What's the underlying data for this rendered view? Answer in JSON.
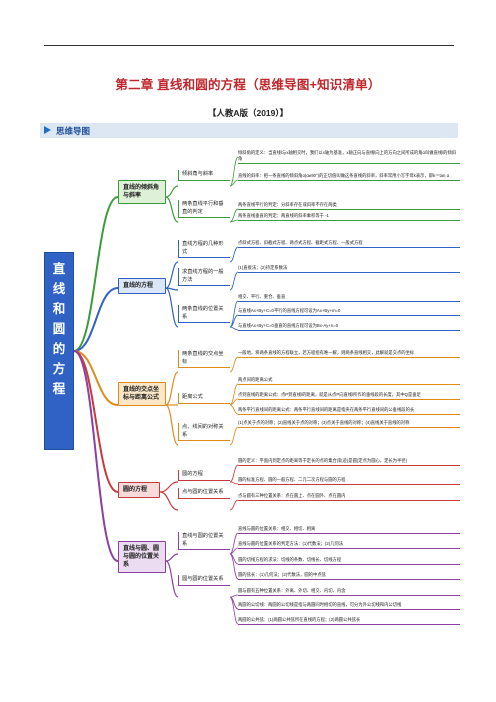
{
  "header": {
    "title": "第二章  直线和圆的方程（思维导图+知识清单）",
    "subtitle": "【人教A版（2019）】",
    "section_banner": "思维导图"
  },
  "mindmap": {
    "root": [
      "直",
      "线",
      "和",
      "圆",
      "的",
      "方",
      "程"
    ],
    "colors": {
      "green": "#3b9b3b",
      "blue": "#2f62c4",
      "orange": "#e08a1e",
      "red": "#c83a3a",
      "purple": "#8d3fa3"
    },
    "branches": [
      {
        "label": "直线的倾斜角与斜率",
        "children": [
          {
            "label": "倾斜角与斜率",
            "notes": [
              "倾斜角的定义：当直线l与x轴相交时，我们以x轴为基准，x轴正向与直线l向上的方向之间所成的角α叫做直线l的倾斜角",
              "直线的斜率：把一条直线的倾斜角α(α≠90°)的正切值叫做这条直线的斜率，斜率常用小写字母k表示，即k＝tan α"
            ]
          },
          {
            "label": "两条直线平行和垂直的判定",
            "notes": [
              "两条直线平行的判定：分斜率存在或斜率不存在两类",
              "两条直线垂直的判定：两直线的斜率乘积等于 -1"
            ]
          }
        ]
      },
      {
        "label": "直线的方程",
        "children": [
          {
            "label": "直线方程的几种形式",
            "notes": [
              "点斜式方程、斜截式方程、两点式方程、截距式方程、一般式方程"
            ]
          },
          {
            "label": "求直线方程的一般方法",
            "notes": [
              "(1)直接法；(2)待定系数法"
            ]
          },
          {
            "label": "两条直线的位置关系",
            "notes": [
              "相交、平行、重合、垂直",
              "与直线Ax+By+C=0平行的直线方程可设为Ax+By+m=0",
              "与直线Ax+By+C=0垂直的直线方程可设为Bx-Ay+n=0"
            ]
          }
        ]
      },
      {
        "label": "直线的交点坐标与距离公式",
        "children": [
          {
            "label": "两条直线的交点坐标",
            "notes": [
              "一般地，将两条直线的方程联立，若方程组有唯一解，则两条直线相交，此解就是交点的坐标"
            ]
          },
          {
            "label": "距离公式",
            "notes": [
              "两点间的距离公式",
              "点到直线的距离公式：点P到直线l的距离，就是从点P向直线l所作的垂线段的长度，其中Q是垂足",
              "两条平行直线间的距离公式：两条平行直线间的距离是指夹在两条平行直线间的公垂线段的长"
            ]
          },
          {
            "label": "点、线间的对称关系",
            "notes": [
              "(1)点关于点的对称；(2)直线关于点的对称；(3)点关于直线的对称；(4)直线关于直线的对称"
            ]
          }
        ]
      },
      {
        "label": "圆的方程",
        "children": [
          {
            "label": "圆的方程",
            "notes": [
              "圆的定义：平面内到定点的距离等于定长的点的集合(轨迹)是圆(定点为圆心，定长为半径)",
              "圆的标准方程、圆的一般方程、二元二次方程与圆的方程"
            ]
          },
          {
            "label": "点与圆的位置关系",
            "notes": [
              "点与圆有三种位置关系：点在圆上、点在圆外、点在圆内"
            ]
          }
        ]
      },
      {
        "label": "直线与圆、圆与圆的位置关系",
        "children": [
          {
            "label": "直线与圆的位置关系",
            "notes": [
              "直线与圆的位置关系：相交、相切、相离",
              "直线与圆的位置关系的判定方法：(1)代数法；(2)几何法",
              "圆的切线方程的求法：切线的条数、切线长、切线方程",
              "圆的弦长：(1)几何法；(2)代数法，圆的中点弦"
            ]
          },
          {
            "label": "圆与圆的位置关系",
            "notes": [
              "圆与圆有五种位置关系：外离、外切、相交、内切、内含",
              "两圆的公切线：两圆的公切线是指与两圆同时相切的直线，可分为外公切线和内公切线",
              "两圆的公共弦：(1)两圆公共弦所在直线的方程；(2)两圆公共弦长"
            ]
          }
        ]
      }
    ]
  }
}
